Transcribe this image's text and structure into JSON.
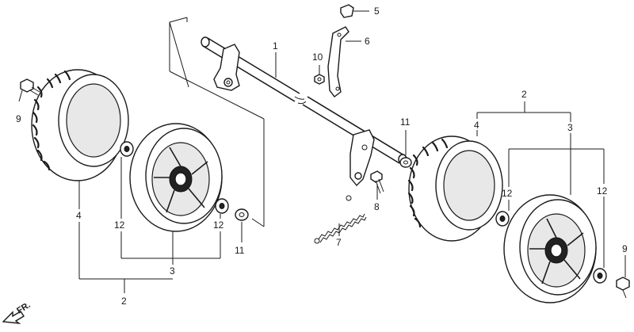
{
  "diagram": {
    "callouts": {
      "c1": "1",
      "c2_left": "2",
      "c2_right": "2",
      "c3_left": "3",
      "c3_right": "3",
      "c4_left": "4",
      "c4_right": "4",
      "c5": "5",
      "c6": "6",
      "c7": "7",
      "c8": "8",
      "c9_left": "9",
      "c9_right": "9",
      "c10": "10",
      "c11_center": "11",
      "c11_bottom": "11",
      "c12_ll": "12",
      "c12_lr": "12",
      "c12_rl": "12",
      "c12_rr": "12"
    },
    "direction_marker": "FR.",
    "icons": [
      "direction-arrow-icon"
    ]
  }
}
